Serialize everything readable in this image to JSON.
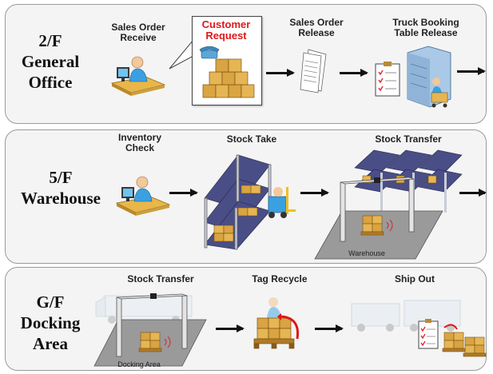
{
  "floors": [
    {
      "level": "2/F",
      "name_lines": [
        "General",
        "Office"
      ],
      "steps": [
        {
          "caption_lines": [
            "Sales Order",
            "Receive"
          ]
        },
        {
          "caption_lines": [
            "Customer",
            "Request"
          ],
          "highlight": true
        },
        {
          "caption_lines": [
            "Sales Order",
            "Release"
          ]
        },
        {
          "caption_lines": [
            "Truck Booking",
            "Table Release"
          ]
        }
      ]
    },
    {
      "level": "5/F",
      "name_lines": [
        "Warehouse"
      ],
      "steps": [
        {
          "caption_lines": [
            "Inventory",
            "Check"
          ]
        },
        {
          "caption_lines": [
            "Stock Take"
          ]
        },
        {
          "caption_lines": [
            "Stock Transfer"
          ],
          "area_label": "Warehouse"
        }
      ]
    },
    {
      "level": "G/F",
      "name_lines": [
        "Docking",
        "Area"
      ],
      "steps": [
        {
          "caption_lines": [
            "Stock Transfer"
          ],
          "area_label": "Docking Area"
        },
        {
          "caption_lines": [
            "Tag Recycle"
          ]
        },
        {
          "caption_lines": [
            "Ship Out"
          ]
        }
      ]
    }
  ],
  "colors": {
    "highlight_text": "#e01818",
    "arrow": "#111111",
    "panel_bg": "#f4f4f4",
    "box_brown": "#d9a441",
    "rack_blue": "#4a4e86",
    "person_blue": "#3aa0e0"
  },
  "icons": [
    "person-at-computer-icon",
    "telephone-icon",
    "boxes-icon",
    "documents-icon",
    "checklist-icon",
    "server-rack-icon",
    "shelf-rack-icon",
    "forklift-icon",
    "rfid-gate-icon",
    "pallet-icon",
    "truck-icon",
    "recycle-arrow-icon"
  ]
}
